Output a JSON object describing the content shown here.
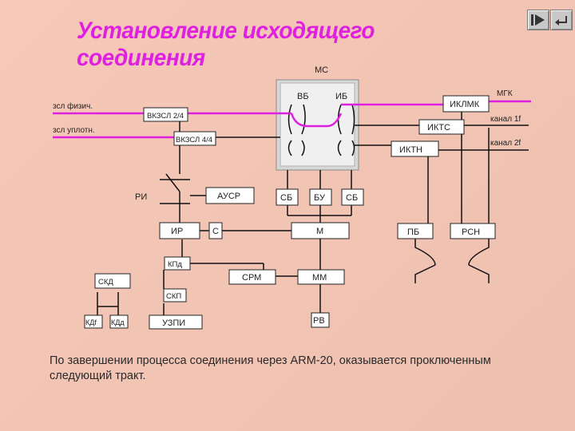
{
  "title": "Установление исходящего соединения",
  "nav": {
    "play_icon": "play-icon",
    "return_icon": "return-icon"
  },
  "colors": {
    "accent": "#e020e0",
    "background": "#f4c6b6"
  },
  "diagram": {
    "mc": "МС",
    "vb": "ВБ",
    "ib": "ИБ",
    "mgk": "МГК",
    "iklmk": "ИКЛМК",
    "kanal1": "канал 1f",
    "ikts": "ИКТС",
    "kanal2": "канал 2f",
    "iktn": "ИКТН",
    "zsl_fiz": "зсл физич.",
    "vkzsl24": "ВКЗСЛ 2/4",
    "zsl_upl": "зсл уплотн.",
    "vkzsl44": "ВКЗСЛ 4/4",
    "ri": "РИ",
    "ausr": "АУСР",
    "sb1": "СБ",
    "bu": "БУ",
    "sb2": "СБ",
    "ir": "ИР",
    "s": "С",
    "m": "М",
    "pb": "ПБ",
    "rsn": "РСН",
    "kpd": "КПд",
    "srm": "СРМ",
    "mm": "ММ",
    "skd": "СКД",
    "skp": "СКП",
    "kdf": "КДf",
    "kdd": "КДд",
    "uzpi": "УЗПИ",
    "rv": "РВ"
  },
  "caption": "По завершении процесса соединения через ARM-20, оказывается проключенным следующий тракт."
}
